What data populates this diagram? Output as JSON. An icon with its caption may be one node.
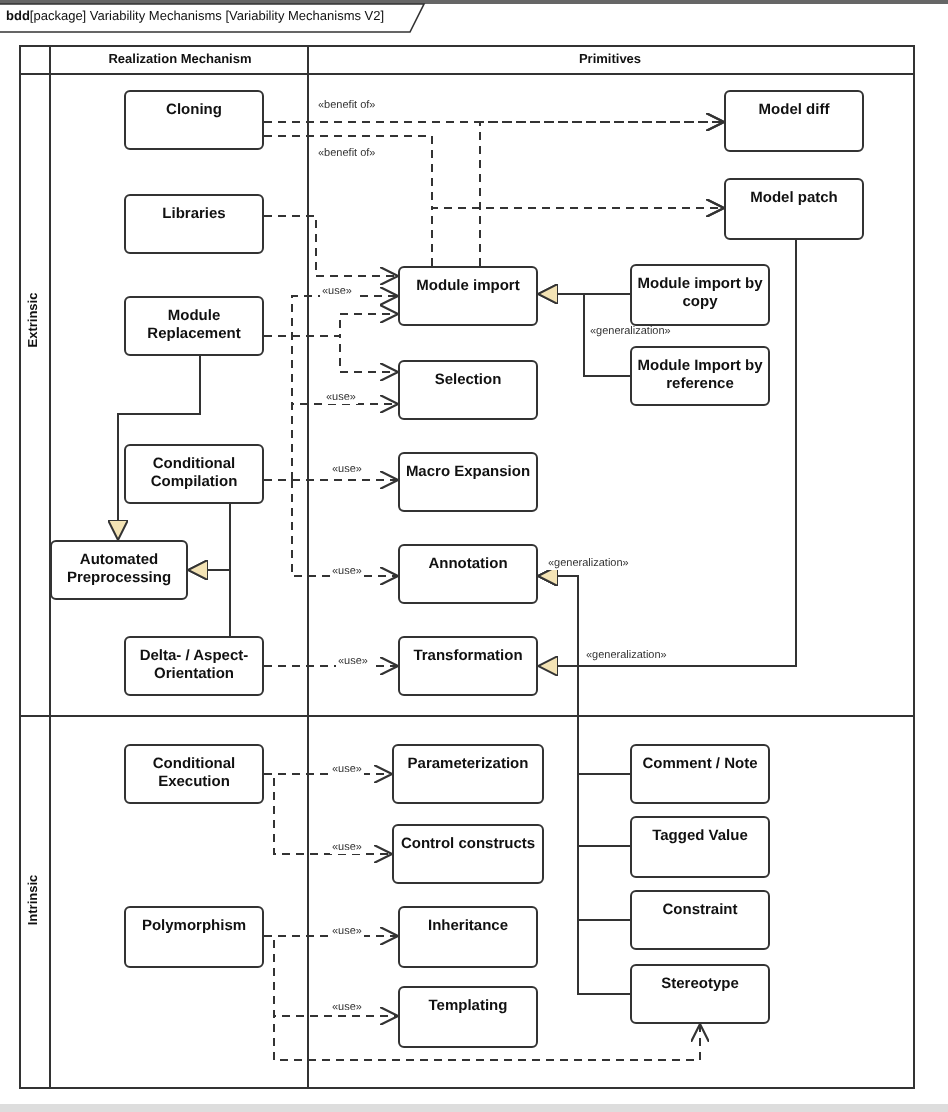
{
  "diagram": {
    "title": "**bdd**[package] Variability Mechanisms [Variability Mechanisms V2]",
    "nodes": [
      {
        "text": [
          "Cloning"
        ]
      },
      {
        "text": [
          "Libraries"
        ]
      },
      {
        "text": [
          "Module Replacement"
        ]
      },
      {
        "text": [
          "Conditional Compilation"
        ]
      },
      {
        "text": [
          "Automated Preprocessing"
        ]
      },
      {
        "text": [
          "Delta- / Aspect-Orientation"
        ]
      },
      {
        "text": [
          "Conditional Execution"
        ]
      },
      {
        "text": [
          "Polymorphism"
        ]
      },
      {
        "text": [
          "Model diff"
        ]
      },
      {
        "text": [
          "Model patch"
        ]
      },
      {
        "text": [
          "Module import"
        ]
      },
      {
        "text": [
          "Module import by copy"
        ]
      },
      {
        "text": [
          "Module Import by reference"
        ]
      },
      {
        "text": [
          "Selection"
        ]
      },
      {
        "text": [
          "Macro Expansion"
        ]
      },
      {
        "text": [
          "Annotation"
        ]
      },
      {
        "text": [
          "Transformation"
        ]
      },
      {
        "text": [
          "Parameterization"
        ]
      },
      {
        "text": [
          "Control constructs"
        ]
      },
      {
        "text": [
          "Inheritance"
        ]
      },
      {
        "text": [
          "Templating"
        ]
      },
      {
        "text": [
          "Comment / Note"
        ]
      },
      {
        "text": [
          "Tagged Value"
        ]
      },
      {
        "text": [
          "Constraint"
        ]
      },
      {
        "text": [
          "Stereotype"
        ]
      }
    ],
    "edges": [
      {
        "from": 0,
        "to": 8,
        "arrow": "to",
        "style": "dashed",
        "label": "«benefit of»"
      },
      {
        "from": 0,
        "to": 9,
        "arrow": "to",
        "style": "dashed",
        "label": "«benefit of»"
      },
      {
        "from": 10,
        "to": 8,
        "arrow": "to",
        "style": "dashed"
      },
      {
        "from": 10,
        "to": 9,
        "arrow": "to",
        "style": "dashed"
      },
      {
        "from": 1,
        "to": 10,
        "arrow": "to",
        "style": "dashed"
      },
      {
        "from": 2,
        "to": 10,
        "arrow": "to",
        "style": "dashed"
      },
      {
        "from": 2,
        "to": 13,
        "arrow": "to",
        "style": "dashed"
      },
      {
        "from": 3,
        "to": 10,
        "arrow": "to",
        "style": "dashed",
        "label": "«use»"
      },
      {
        "from": 3,
        "to": 13,
        "arrow": "to",
        "style": "dashed",
        "label": "«use»"
      },
      {
        "from": 3,
        "to": 14,
        "arrow": "to",
        "style": "dashed",
        "label": "«use»"
      },
      {
        "from": 3,
        "to": 15,
        "arrow": "to",
        "style": "dashed",
        "label": "«use»"
      },
      {
        "from": 5,
        "to": 16,
        "arrow": "to",
        "style": "dashed",
        "label": "«use»"
      },
      {
        "from": 2,
        "to": 4,
        "arrow": "to"
      },
      {
        "from": 3,
        "to": 4,
        "arrow": "to"
      },
      {
        "from": 5,
        "to": 4,
        "arrow": "to"
      },
      {
        "from": 11,
        "to": 10,
        "arrow": "to"
      },
      {
        "from": 12,
        "to": 10,
        "arrow": "to",
        "label": "«generalization»"
      },
      {
        "from": 21,
        "to": 15,
        "arrow": "to",
        "label": "«generalization»"
      },
      {
        "from": 22,
        "to": 15,
        "arrow": "to"
      },
      {
        "from": 23,
        "to": 15,
        "arrow": "to"
      },
      {
        "from": 24,
        "to": 15,
        "arrow": "to"
      },
      {
        "from": 9,
        "to": 16,
        "arrow": "to",
        "label": "«generalization»"
      },
      {
        "from": 6,
        "to": 17,
        "arrow": "to",
        "style": "dashed",
        "label": "«use»"
      },
      {
        "from": 6,
        "to": 18,
        "arrow": "to",
        "style": "dashed",
        "label": "«use»"
      },
      {
        "from": 7,
        "to": 19,
        "arrow": "to",
        "style": "dashed",
        "label": "«use»"
      },
      {
        "from": 7,
        "to": 20,
        "arrow": "to",
        "style": "dashed",
        "label": "«use»"
      },
      {
        "from": 7,
        "to": 24,
        "arrow": "to",
        "style": "dashed"
      }
    ],
    "labels": [
      "Realization Mechanism",
      "Primitives",
      "Extrinsic",
      "Intrinsic"
    ]
  }
}
